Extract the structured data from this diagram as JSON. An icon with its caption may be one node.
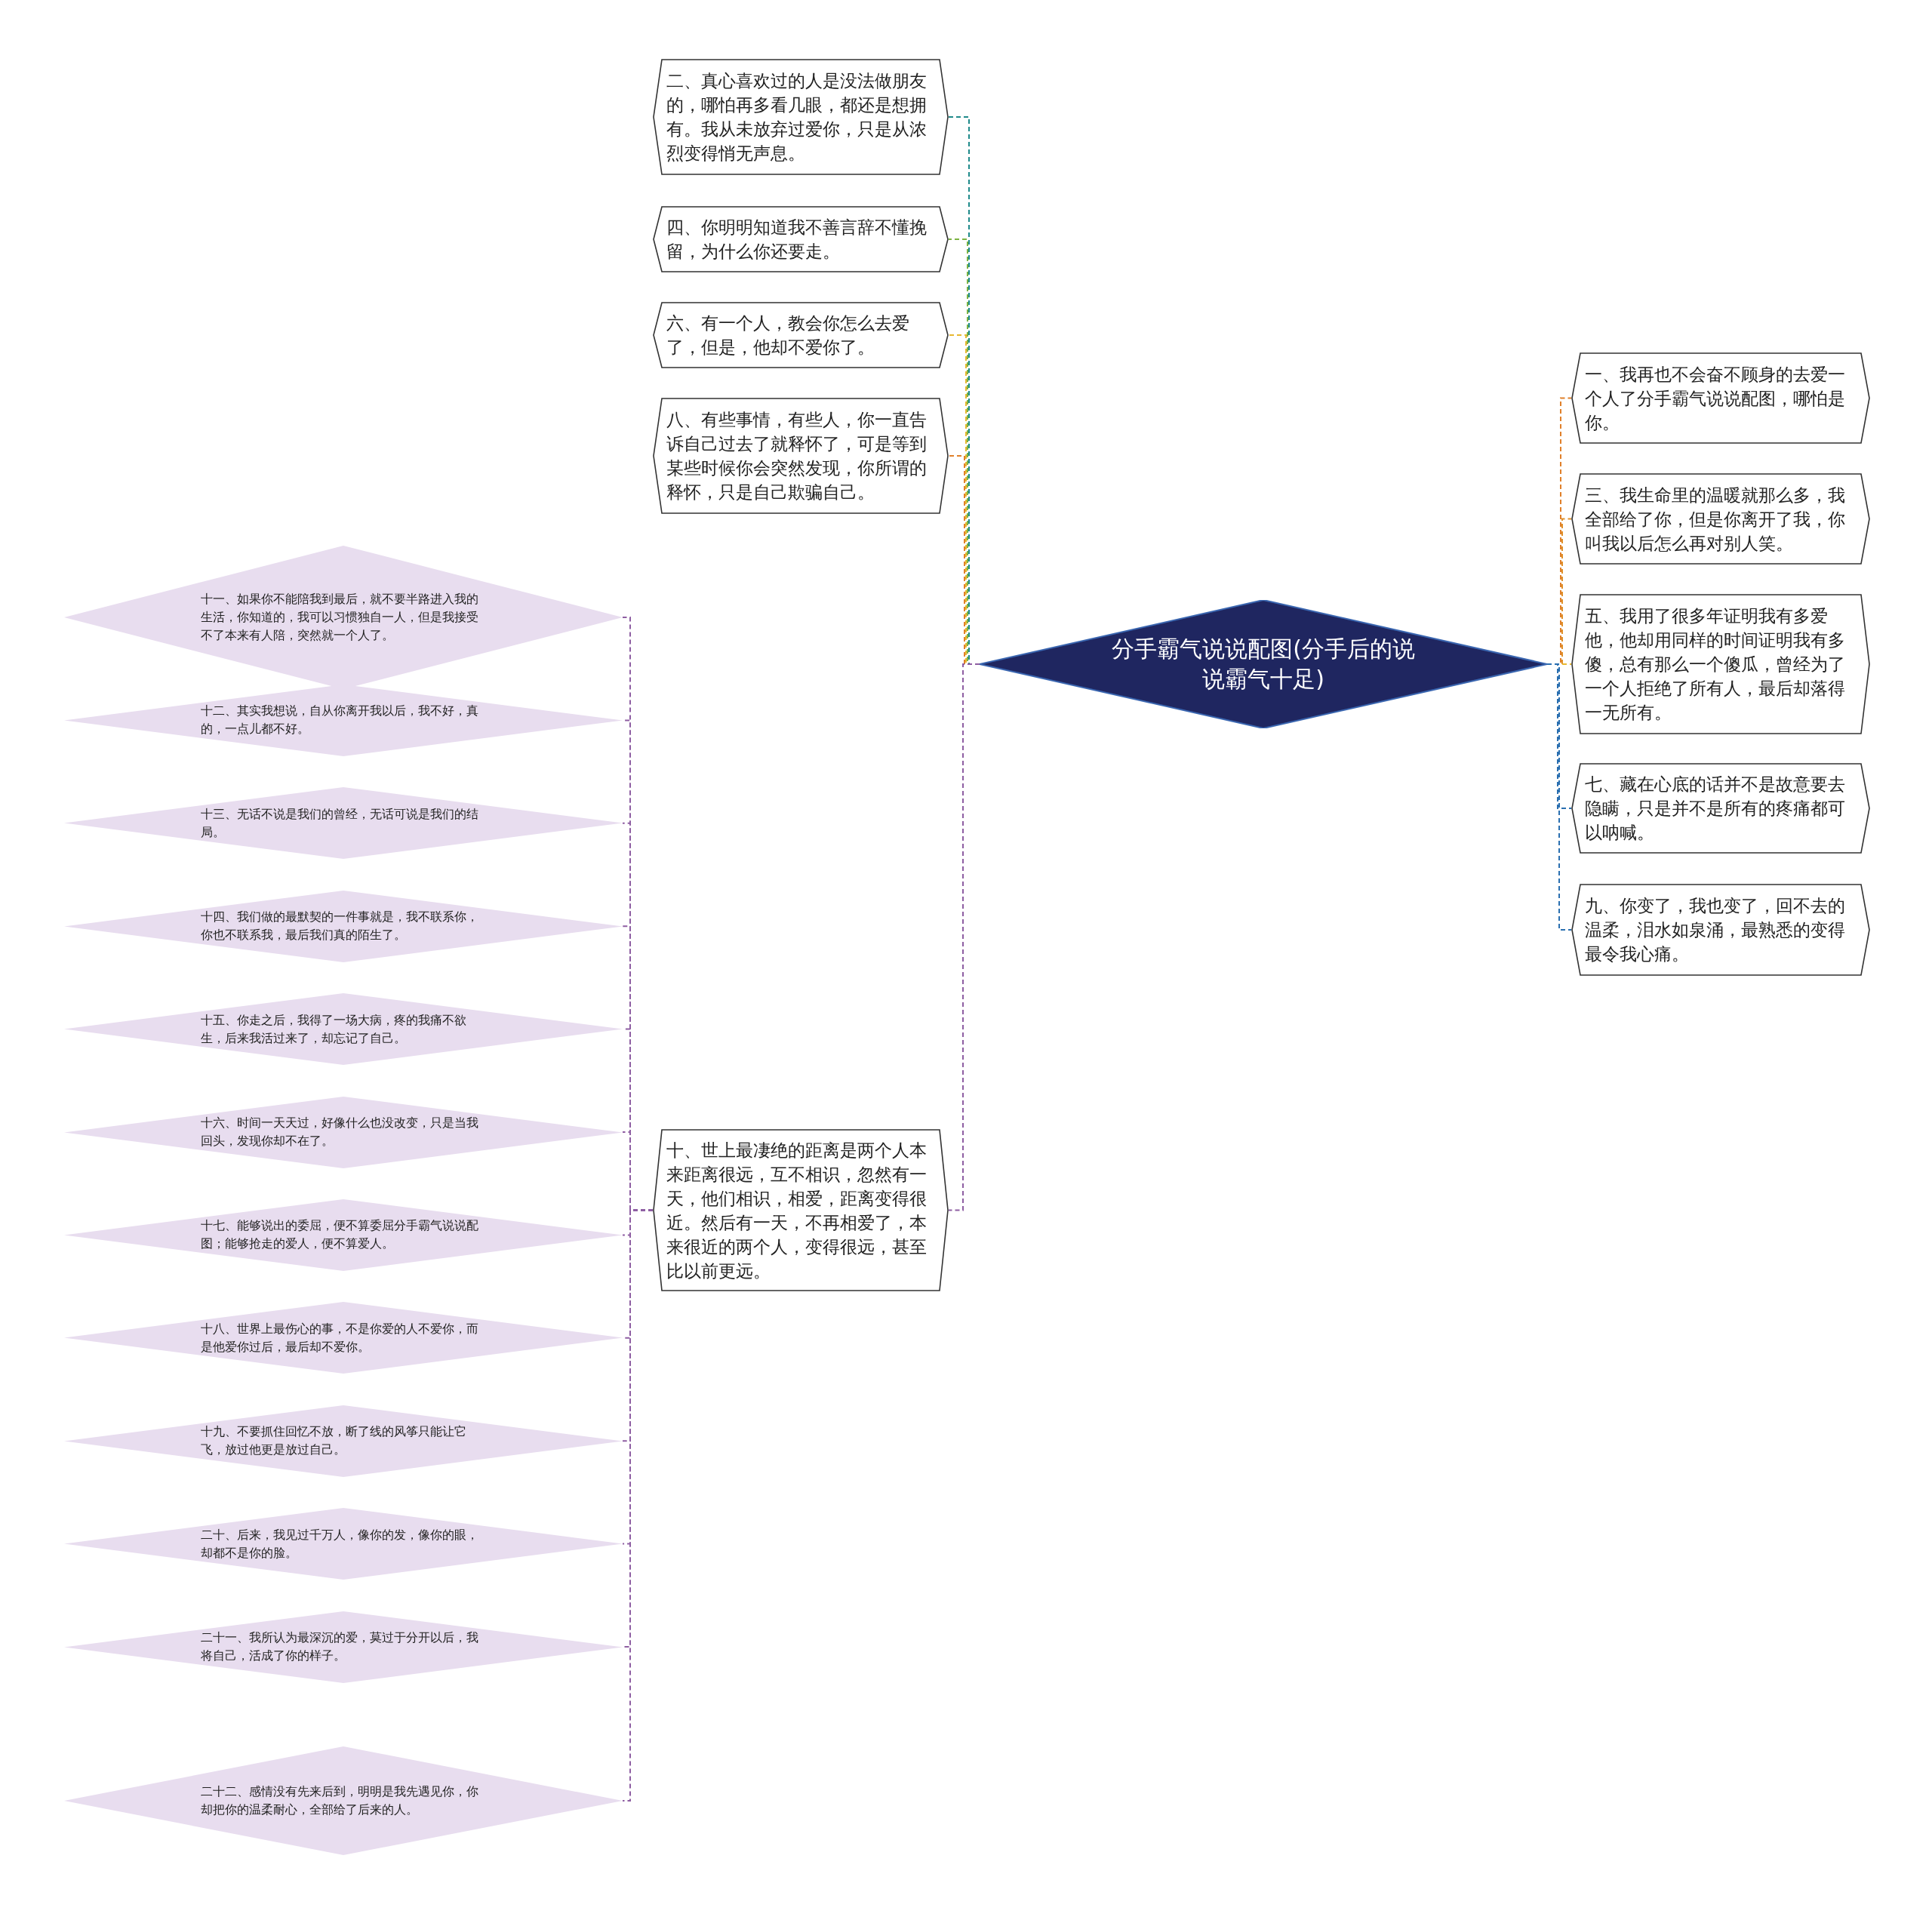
{
  "diagram": {
    "nodes": [
      {
        "text": [
          "分手霸气说说配图(分手后的说说霸气十足)"
        ]
      },
      {
        "text": [
          "二、真心喜欢过的人是没法做朋友的，哪怕再多看几眼，都还是想拥有。我从未放弃过爱你，只是从浓烈变得悄无声息。"
        ]
      },
      {
        "text": [
          "四、你明明知道我不善言辞不懂挽留，为什么你还要走。"
        ]
      },
      {
        "text": [
          "六、有一个人，教会你怎么去爱了，但是，他却不爱你了。"
        ]
      },
      {
        "text": [
          "八、有些事情，有些人，你一直告诉自己过去了就释怀了，可是等到某些时候你会突然发现，你所谓的释怀，只是自己欺骗自己。"
        ]
      },
      {
        "text": [
          "十、世上最凄绝的距离是两个人本来距离很远，互不相识，忽然有一天，他们相识，相爱，距离变得很近。然后有一天，不再相爱了，本来很近的两个人，变得很远，甚至比以前更远。"
        ]
      },
      {
        "text": [
          "十一、如果你不能陪我到最后，就不要半路进入我的生活，你知道的，我可以习惯独自一人，但是我接受不了本来有人陪，突然就一个人了。"
        ]
      },
      {
        "text": [
          "十二、其实我想说，自从你离开我以后，我不好，真的，一点儿都不好。"
        ]
      },
      {
        "text": [
          "十三、无话不说是我们的曾经，无话可说是我们的结局。"
        ]
      },
      {
        "text": [
          "十四、我们做的最默契的一件事就是，我不联系你，你也不联系我，最后我们真的陌生了。"
        ]
      },
      {
        "text": [
          "十五、你走之后，我得了一场大病，疼的我痛不欲生，后来我活过来了，却忘记了自己。"
        ]
      },
      {
        "text": [
          "十六、时间一天天过，好像什么也没改变，只是当我回头，发现你却不在了。"
        ]
      },
      {
        "text": [
          "十七、能够说出的委屈，便不算委屈分手霸气说说配图；能够抢走的爱人，便不算爱人。"
        ]
      },
      {
        "text": [
          "十八、世界上最伤心的事，不是你爱的人不爱你，而是他爱你过后，最后却不爱你。"
        ]
      },
      {
        "text": [
          "十九、不要抓住回忆不放，断了线的风筝只能让它飞，放过他更是放过自己。"
        ]
      },
      {
        "text": [
          "二十、后来，我见过千万人，像你的发，像你的眼，却都不是你的脸。"
        ]
      },
      {
        "text": [
          "二十一、我所认为最深沉的爱，莫过于分开以后，我将自己，活成了你的样子。"
        ]
      },
      {
        "text": [
          "二十二、感情没有先来后到，明明是我先遇见你，你却把你的温柔耐心，全部给了后来的人。"
        ]
      },
      {
        "text": [
          "一、我再也不会奋不顾身的去爱一个人了分手霸气说说配图，哪怕是你。"
        ]
      },
      {
        "text": [
          "三、我生命里的温暖就那么多，我全部给了你，但是你离开了我，你叫我以后怎么再对别人笑。"
        ]
      },
      {
        "text": [
          "五、我用了很多年证明我有多爱他，他却用同样的时间证明我有多傻，总有那么一个傻瓜，曾经为了一个人拒绝了所有人，最后却落得一无所有。"
        ]
      },
      {
        "text": [
          "七、藏在心底的话并不是故意要去隐瞒，只是并不是所有的疼痛都可以呐喊。"
        ]
      },
      {
        "text": [
          "九、你变了，我也变了，回不去的温柔，泪水如泉涌，最熟悉的变得最令我心痛。"
        ]
      }
    ],
    "edges": [
      {
        "from": 0,
        "to": 1,
        "arrow": "none",
        "style": "dashed",
        "color": "#1f8a8a"
      },
      {
        "from": 0,
        "to": 2,
        "arrow": "none",
        "style": "dashed",
        "color": "#7cb342"
      },
      {
        "from": 0,
        "to": 3,
        "arrow": "none",
        "style": "dashed",
        "color": "#e8b830"
      },
      {
        "from": 0,
        "to": 4,
        "arrow": "none",
        "style": "dashed",
        "color": "#e0802a"
      },
      {
        "from": 0,
        "to": 5,
        "arrow": "none",
        "style": "dashed",
        "color": "#8e5ea2"
      },
      {
        "from": 5,
        "to": 6,
        "arrow": "none",
        "style": "dashed",
        "color": "#8e5ea2"
      },
      {
        "from": 5,
        "to": 7,
        "arrow": "none",
        "style": "dashed",
        "color": "#8e5ea2"
      },
      {
        "from": 5,
        "to": 8,
        "arrow": "none",
        "style": "dashed",
        "color": "#8e5ea2"
      },
      {
        "from": 5,
        "to": 9,
        "arrow": "none",
        "style": "dashed",
        "color": "#8e5ea2"
      },
      {
        "from": 5,
        "to": 10,
        "arrow": "none",
        "style": "dashed",
        "color": "#8e5ea2"
      },
      {
        "from": 5,
        "to": 11,
        "arrow": "none",
        "style": "dashed",
        "color": "#8e5ea2"
      },
      {
        "from": 5,
        "to": 12,
        "arrow": "none",
        "style": "dashed",
        "color": "#8e5ea2"
      },
      {
        "from": 5,
        "to": 13,
        "arrow": "none",
        "style": "dashed",
        "color": "#8e5ea2"
      },
      {
        "from": 5,
        "to": 14,
        "arrow": "none",
        "style": "dashed",
        "color": "#8e5ea2"
      },
      {
        "from": 5,
        "to": 15,
        "arrow": "none",
        "style": "dashed",
        "color": "#8e5ea2"
      },
      {
        "from": 5,
        "to": 16,
        "arrow": "none",
        "style": "dashed",
        "color": "#8e5ea2"
      },
      {
        "from": 5,
        "to": 17,
        "arrow": "none",
        "style": "dashed",
        "color": "#8e5ea2"
      },
      {
        "from": 0,
        "to": 18,
        "arrow": "none",
        "style": "dashed",
        "color": "#e0802a"
      },
      {
        "from": 0,
        "to": 19,
        "arrow": "none",
        "style": "dashed",
        "color": "#e0902a"
      },
      {
        "from": 0,
        "to": 20,
        "arrow": "none",
        "style": "dashed",
        "color": "#e8b830"
      },
      {
        "from": 0,
        "to": 21,
        "arrow": "none",
        "style": "dashed",
        "color": "#2a6fb0"
      },
      {
        "from": 0,
        "to": 22,
        "arrow": "none",
        "style": "dashed",
        "color": "#2a6fb0"
      }
    ]
  }
}
